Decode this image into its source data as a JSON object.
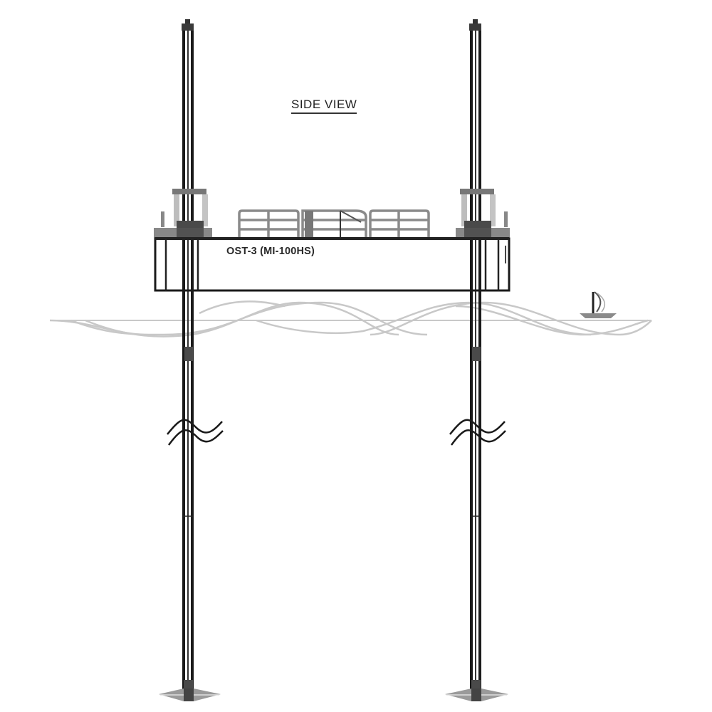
{
  "drawing": {
    "title": "SIDE VIEW",
    "platform_label": "OST-3 (MI-100HS)",
    "components": {
      "legs": [
        "left-leg",
        "right-leg"
      ],
      "deck": "platform-hull",
      "railings": "deck-handrails",
      "water": "sea-surface-waves",
      "vessel": "sailboat",
      "breaks": [
        "left-leg-break-symbol",
        "right-leg-break-symbol"
      ],
      "footings": [
        "left-spud-can",
        "right-spud-can"
      ]
    },
    "colors": {
      "line": "#1a1a1a",
      "dark_fill": "#4a4a4a",
      "gray": "#8a8a8a",
      "wave": "#c8c8c8",
      "background": "#ffffff"
    }
  }
}
